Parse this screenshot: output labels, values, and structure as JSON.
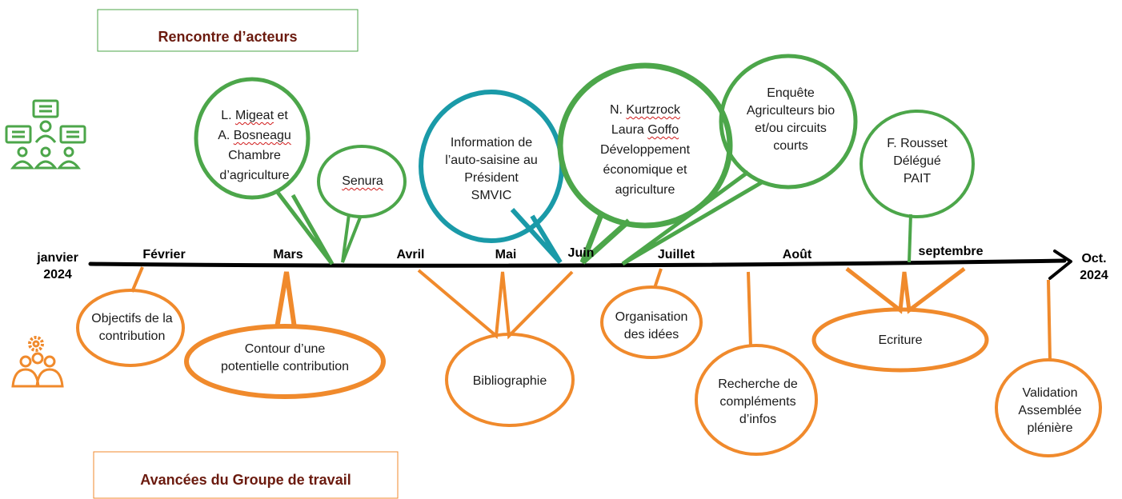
{
  "headers": {
    "top": "Rencontre d’acteurs",
    "bottom": "Avancées du Groupe de travail"
  },
  "months": {
    "start_line1": "janvier",
    "start_line2": "2024",
    "feb": "Février",
    "mar": "Mars",
    "apr": "Avril",
    "may": "Mai",
    "jun": "Juin",
    "jul": "Juillet",
    "aug": "Août",
    "sep": "septembre",
    "end_line1": "Oct.",
    "end_line2": "2024"
  },
  "meetings": {
    "migeat": {
      "l1a": "L. ",
      "l1b": "Migeat",
      "l1c": " et",
      "l2a": "A. ",
      "l2b": "Bosneagu",
      "l3": "Chambre",
      "l4": "d’agriculture"
    },
    "senura": "Senura",
    "president": {
      "l1": "Information de",
      "l2": "l’auto-saisine au",
      "l3": "Président",
      "l4": "SMVIC"
    },
    "kurtzrock": {
      "l1a": "N. ",
      "l1b": "Kurtzrock",
      "l2a": "Laura ",
      "l2b": "Goffo",
      "l3": "Développement",
      "l4": "économique et",
      "l5": "agriculture"
    },
    "enquete": {
      "l1": "Enquête",
      "l2": "Agriculteurs bio",
      "l3": "et/ou circuits",
      "l4": "courts"
    },
    "rousset": {
      "l1": "F. Rousset",
      "l2": "Délégué",
      "l3": "PAIT"
    }
  },
  "progress": {
    "objectifs": {
      "l1": "Objectifs de la",
      "l2": "contribution"
    },
    "contour": {
      "l1": "Contour d’une",
      "l2": "potentielle contribution"
    },
    "biblio": "Bibliographie",
    "organisation": {
      "l1": "Organisation",
      "l2": "des idées"
    },
    "recherche": {
      "l1": "Recherche de",
      "l2": "compléments",
      "l3": "d’infos"
    },
    "ecriture": "Ecriture",
    "validation": {
      "l1": "Validation",
      "l2": "Assemblée",
      "l3": "plénière"
    }
  },
  "colors": {
    "green": "#4ca64a",
    "teal": "#1a9aa8",
    "orange": "#f08a2c",
    "title_red": "#6b1a0e"
  },
  "icons": {
    "meeting": "people-meeting-icon",
    "workgroup": "people-gear-icon"
  }
}
